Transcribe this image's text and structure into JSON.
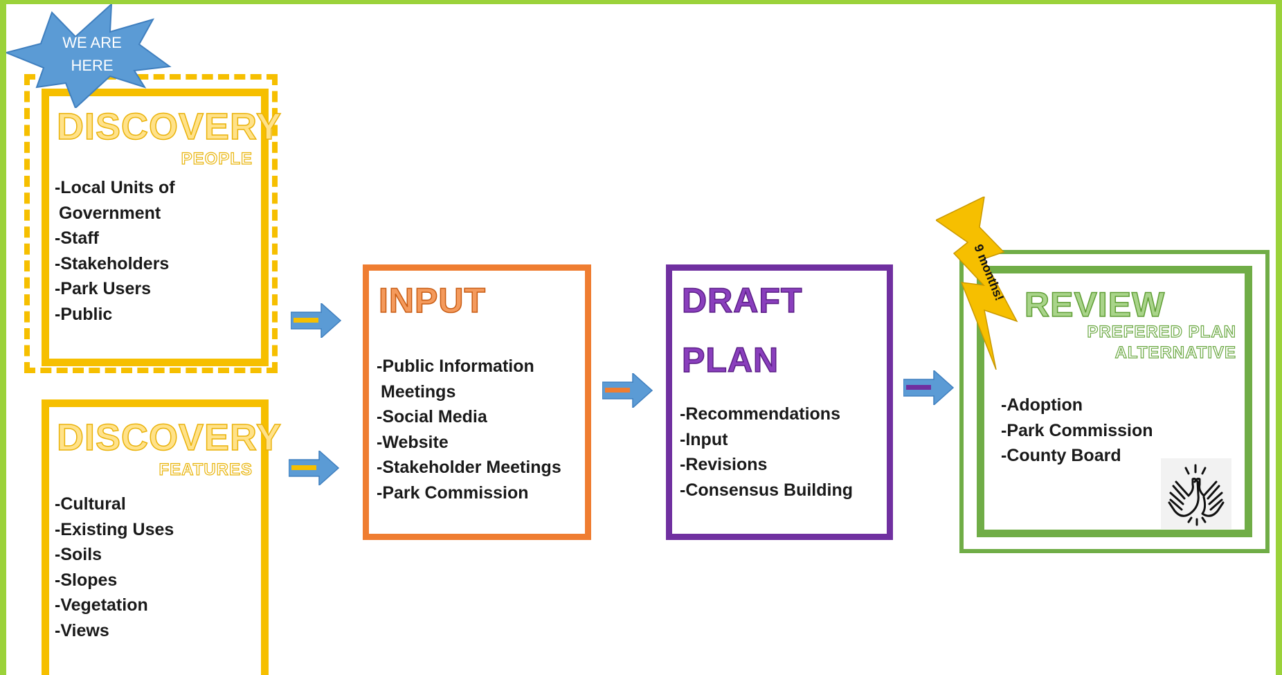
{
  "starburst": {
    "label": "WE ARE\nHERE"
  },
  "discovery_people": {
    "title": "DISCOVERY",
    "subtitle": "PEOPLE",
    "items": [
      "-Local Units of",
      " Government",
      "-Staff",
      "-Stakeholders",
      "-Park Users",
      "-Public"
    ]
  },
  "discovery_features": {
    "title": "DISCOVERY",
    "subtitle": "FEATURES",
    "items": [
      "-Cultural",
      "-Existing Uses",
      "-Soils",
      "-Slopes",
      "-Vegetation",
      "-Views"
    ]
  },
  "input": {
    "title": "INPUT",
    "items": [
      "-Public Information",
      " Meetings",
      "-Social Media",
      "-Website",
      "-Stakeholder Meetings",
      "-Park Commission"
    ]
  },
  "draft_plan": {
    "title_line1": "DRAFT",
    "title_line2": "PLAN",
    "items": [
      "-Recommendations",
      "-Input",
      "-Revisions",
      "-Consensus Building"
    ]
  },
  "review": {
    "title": "REVIEW",
    "subtitle_line1": "PREFERED PLAN",
    "subtitle_line2": "ALTERNATIVE",
    "items": [
      "-Adoption",
      "-Park Commission",
      "-County Board"
    ]
  },
  "timeline_bolt": {
    "label": "9 months!"
  },
  "icons": {
    "starburst": "starburst-callout",
    "arrow": "right-arrow-icon",
    "bolt": "lightning-bolt-icon",
    "hands": "clapping-hands-icon"
  },
  "colors": {
    "background": "#9bd23a",
    "discovery": "#f6bf00",
    "input": "#ef7d31",
    "draft": "#7030a0",
    "review": "#70ad47",
    "arrow": "#5b9bd5",
    "starburst": "#5b9bd5",
    "bolt": "#f6bf00"
  }
}
